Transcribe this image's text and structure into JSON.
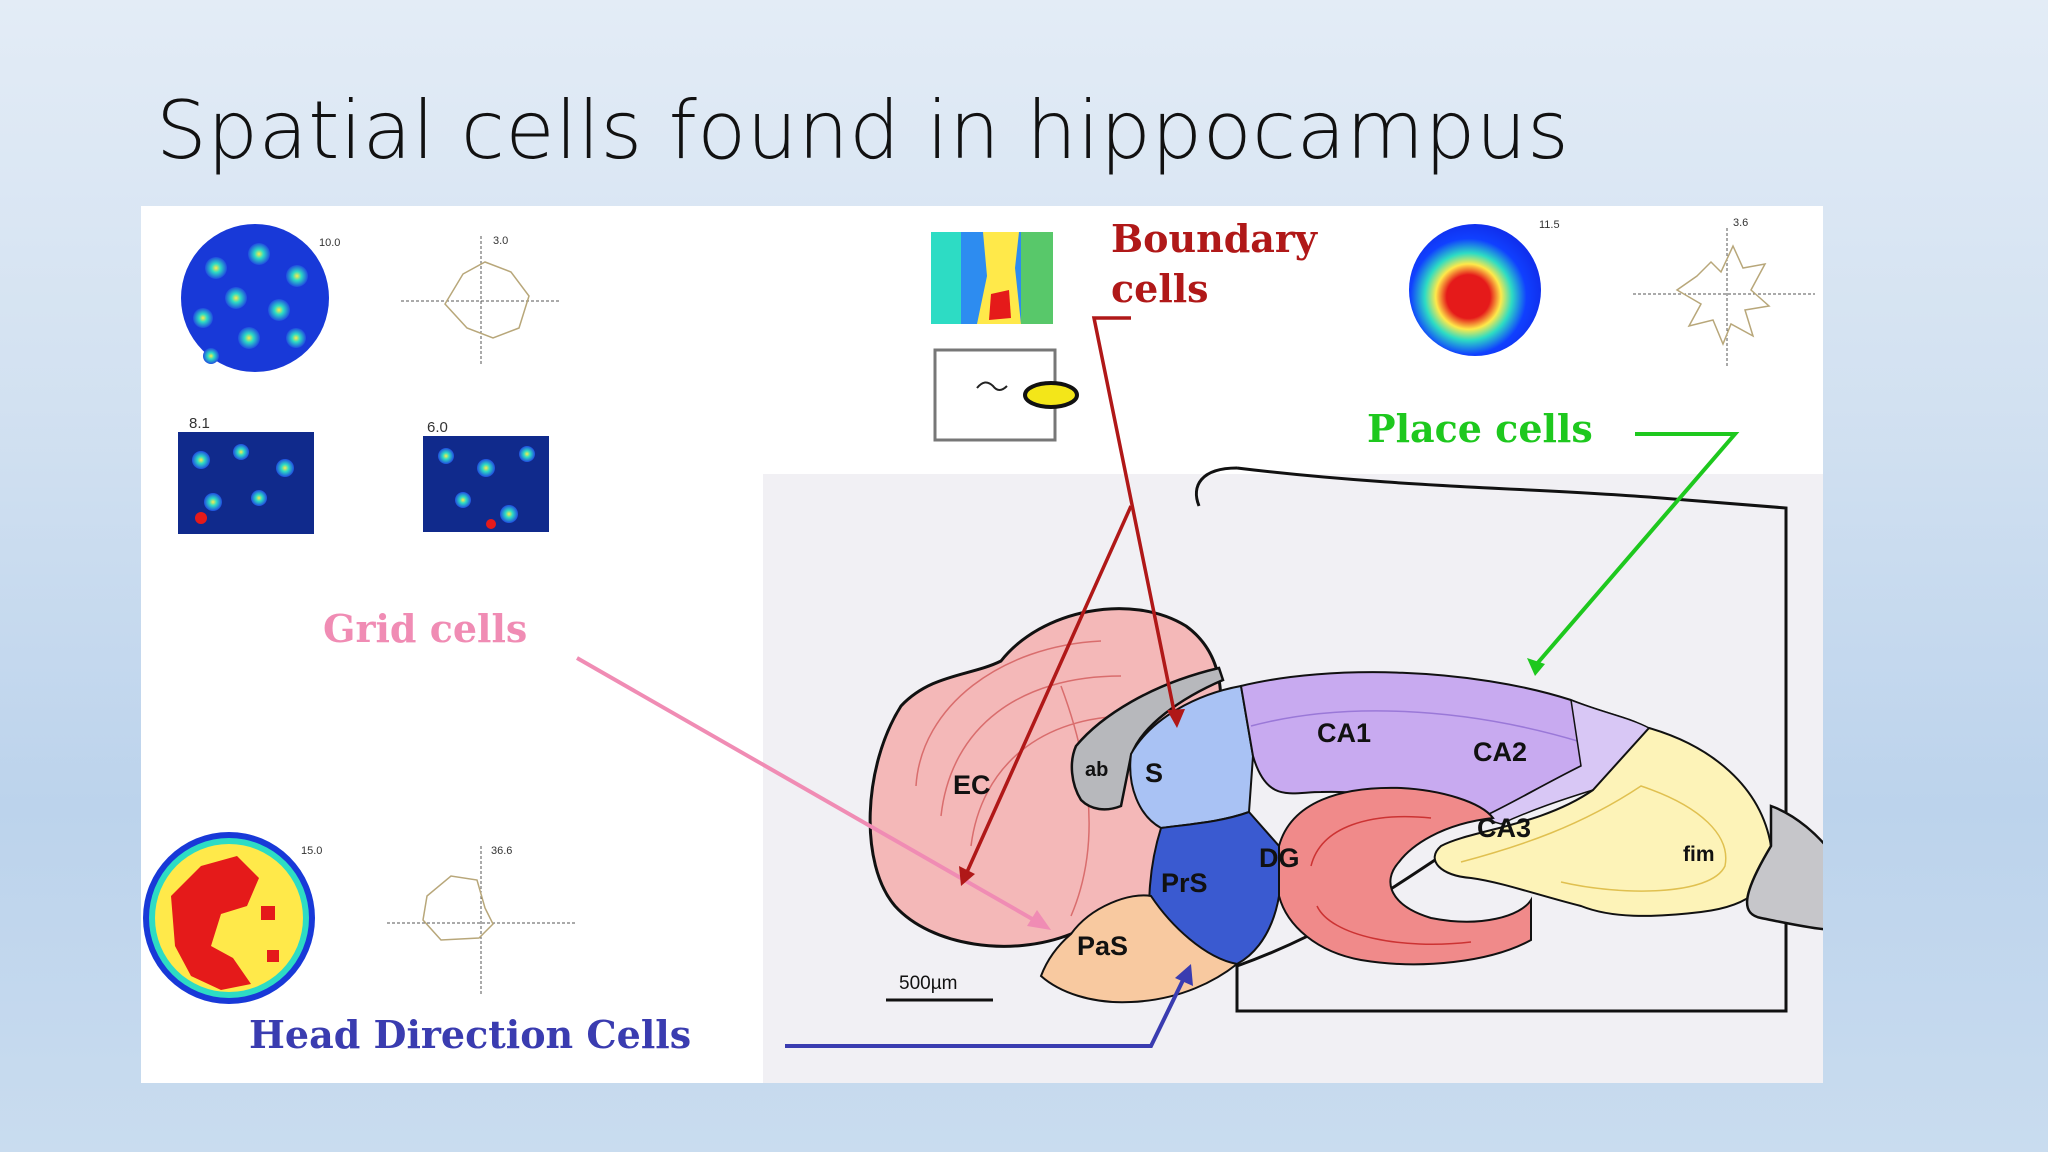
{
  "slide": {
    "title": "Spatial cells found in hippocampus"
  },
  "figure": {
    "cell_labels": {
      "grid": "Grid cells",
      "boundary_line1": "Boundary",
      "boundary_line2": "cells",
      "place": "Place cells",
      "head_direction": "Head Direction Cells"
    },
    "region_labels": {
      "ec": "EC",
      "ab": "ab",
      "s": "S",
      "prs": "PrS",
      "pas": "PaS",
      "dg": "DG",
      "ca1": "CA1",
      "ca2": "CA2",
      "ca3": "CA3",
      "fim": "fim"
    },
    "scale_bar": "500µm",
    "map_values": {
      "grid_map": "10.0",
      "grid_polar": "3.0",
      "grid_square_a": "8.1",
      "grid_square_b": "6.0",
      "hd_map": "15.0",
      "hd_polar": "36.6",
      "place_map": "11.5",
      "place_polar": "3.6"
    },
    "colors": {
      "grid": "#f08cb4",
      "boundary": "#b01818",
      "place": "#1ec81e",
      "head_direction": "#3a3cb0",
      "ec_region": "#f4b8b8",
      "ca1_region": "#c8aaf0",
      "ca3_region": "#fdf3b8",
      "dg_region": "#f08a8a",
      "prs_region": "#3a5ad0",
      "s_region": "#a9c2f4",
      "pas_region": "#f8c9a0"
    }
  }
}
